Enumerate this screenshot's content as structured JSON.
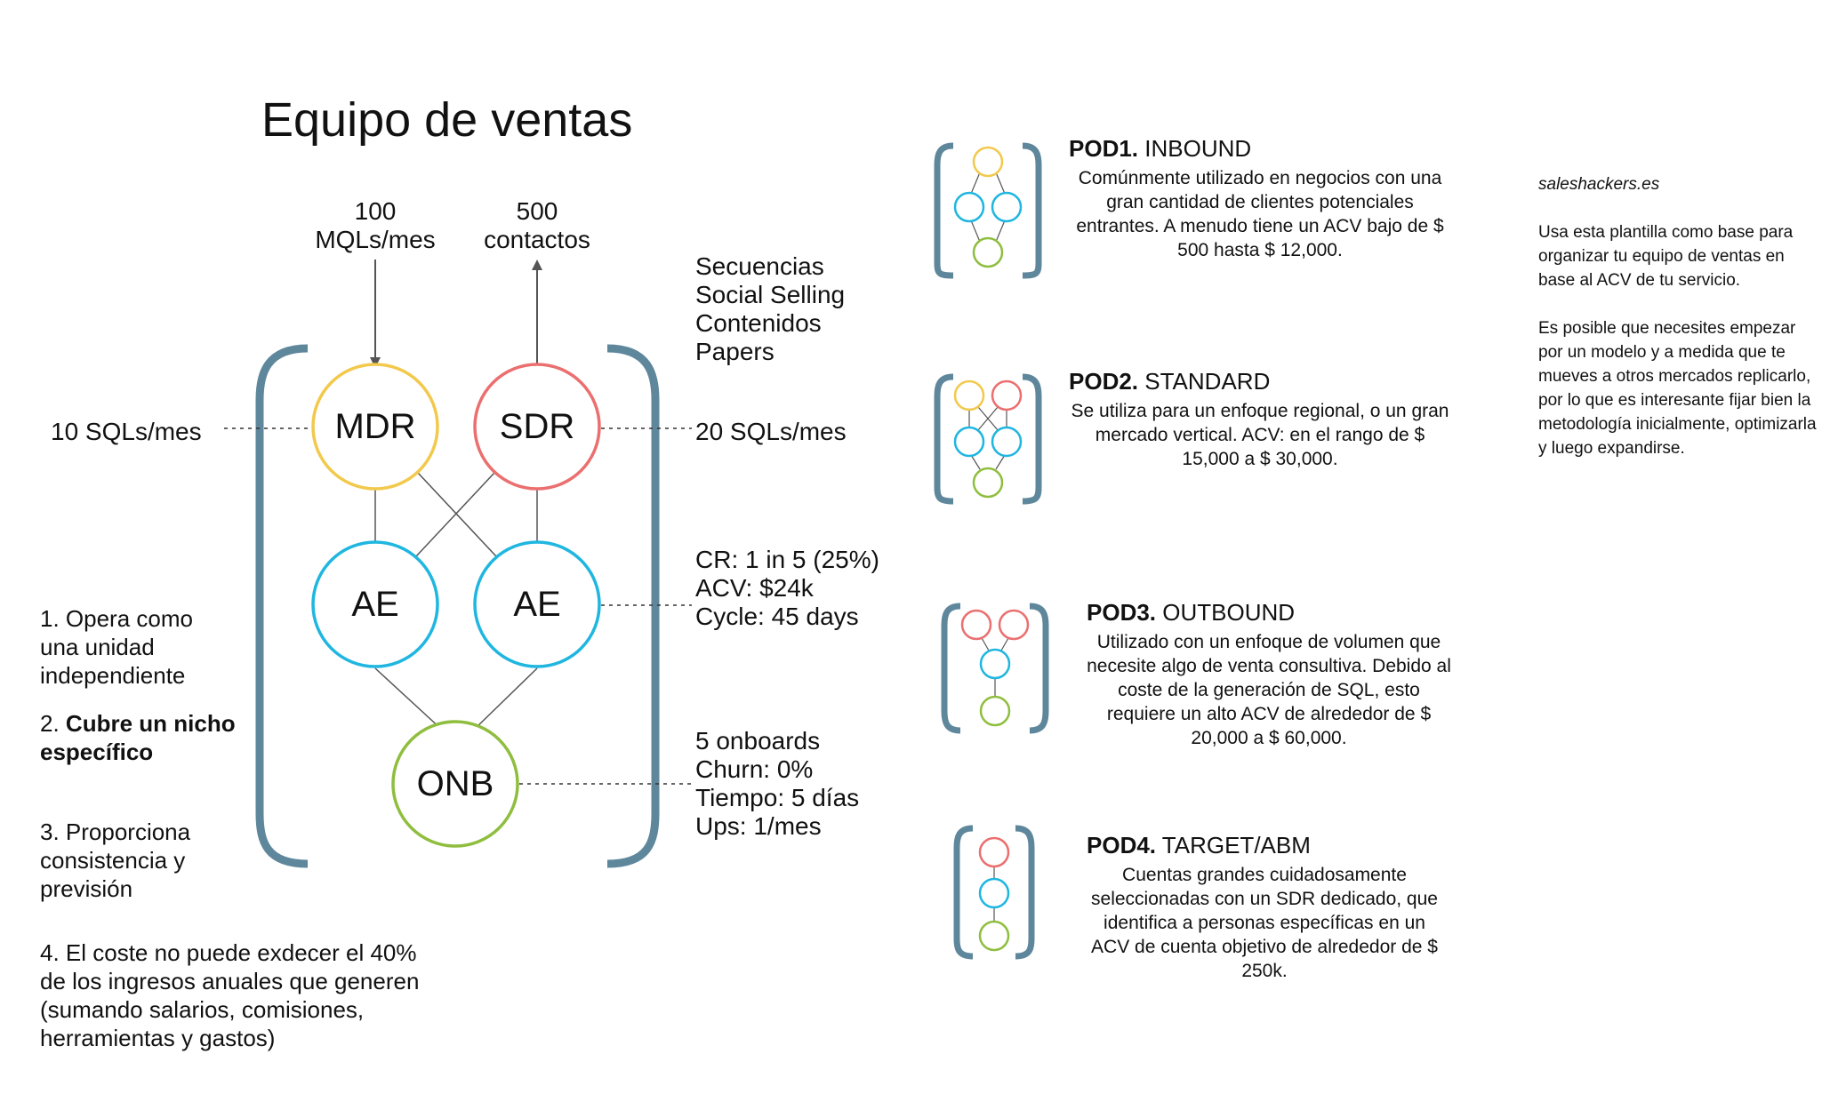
{
  "title": "Equipo de ventas",
  "inputs": {
    "mqls_value": "100",
    "mqls_unit": "MQLs/mes",
    "contacts_value": "500",
    "contacts_unit": "contactos"
  },
  "nodes": {
    "mdr": "MDR",
    "sdr": "SDR",
    "ae_left": "AE",
    "ae_right": "AE",
    "onb": "ONB"
  },
  "node_colors": {
    "mdr": "#f2c94c",
    "sdr": "#eb6f6f",
    "ae": "#1fb6e0",
    "onb": "#8fbe3f",
    "bracket": "#5f879c"
  },
  "annotations": {
    "mdr_sqls": "10 SQLs/mes",
    "sdr_sqls": "20 SQLs/mes",
    "outbound_tactics": [
      "Secuencias",
      "Social Selling",
      "Contenidos",
      "Papers"
    ],
    "ae_metrics": [
      "CR: 1 in 5 (25%)",
      "ACV: $24k",
      "Cycle: 45 days"
    ],
    "onb_metrics": [
      "5 onboards",
      "Churn: 0%",
      "Tiempo: 5 días",
      "Ups: 1/mes"
    ]
  },
  "principles": [
    {
      "text": "1. Opera como una unidad independiente"
    },
    {
      "prefix": "2. ",
      "bold": "Cubre un nicho específico"
    },
    {
      "text": "3. Proporciona consistencia y previsión"
    },
    {
      "text": "4. El coste no puede exdecer el 40% de los ingresos anuales que generen (sumando salarios, comisiones, herramientas y gastos)"
    }
  ],
  "pods": [
    {
      "name": "POD1.",
      "type": "INBOUND",
      "description": "Comúnmente utilizado en negocios con una gran cantidad de clientes potenciales entrantes. A menudo tiene un ACV bajo de $ 500 hasta $ 12,000.",
      "structure": [
        "MDR",
        "AE",
        "AE",
        "ONB"
      ]
    },
    {
      "name": "POD2.",
      "type": "STANDARD",
      "description": "Se utiliza para un enfoque regional, o un gran mercado vertical. ACV: en el rango de $ 15,000 a $ 30,000.",
      "structure": [
        "MDR",
        "SDR",
        "AE",
        "AE",
        "ONB"
      ]
    },
    {
      "name": "POD3.",
      "type": "OUTBOUND",
      "description": "Utilizado con un enfoque de volumen que necesite algo de venta consultiva. Debido al coste de la generación de SQL, esto requiere un alto ACV de alrededor de $ 20,000 a $ 60,000.",
      "structure": [
        "SDR",
        "SDR",
        "AE",
        "ONB"
      ]
    },
    {
      "name": "POD4.",
      "type": "TARGET/ABM",
      "description": "Cuentas grandes cuidadosamente seleccionadas con un SDR dedicado, que identifica a personas específicas en un ACV de cuenta objetivo de alrededor de $ 250k.",
      "structure": [
        "SDR",
        "AE",
        "ONB"
      ]
    }
  ],
  "sidebar": {
    "site": "saleshackers.es",
    "paragraph1": "Usa esta plantilla como base para organizar tu equipo de ventas en base al ACV de tu servicio.",
    "paragraph2": "Es posible que necesites empezar por un modelo y a medida que te mueves a otros mercados replicarlo, por lo que es interesante fijar bien la metodología inicialmente, optimizarla y luego expandirse."
  }
}
